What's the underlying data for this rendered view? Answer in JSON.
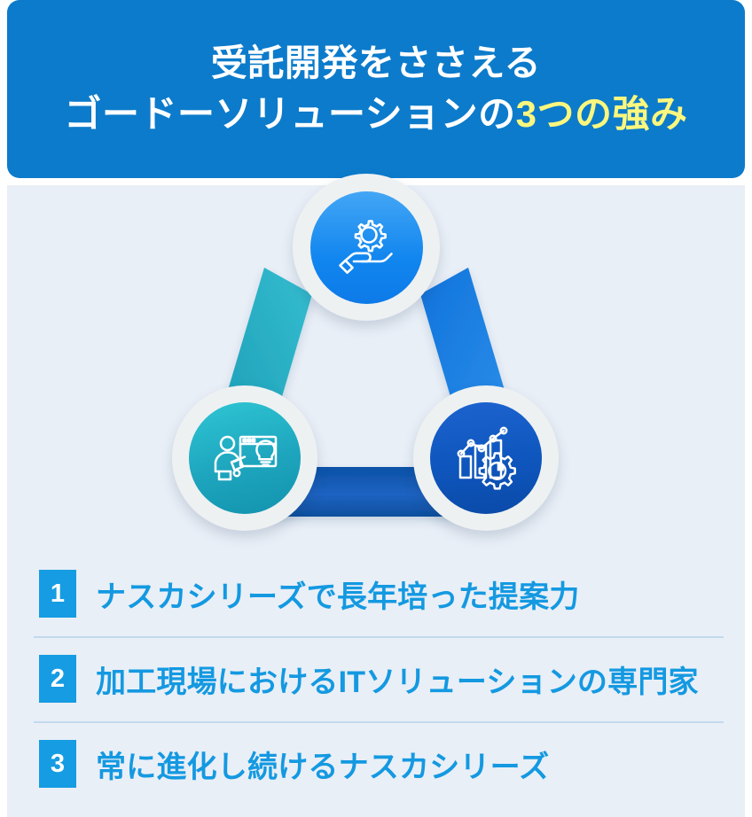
{
  "header": {
    "line1": "受託開発をささえる",
    "line2_prefix": "ゴードーソリューションの",
    "line2_accent": "3つの強み",
    "bg_color": "#0c7bcb",
    "text_color": "#ffffff",
    "accent_color": "#fbf77e"
  },
  "diagram": {
    "type": "triangle-cycle",
    "nodes": [
      {
        "position": "top",
        "icon": "hand-holding-gear-icon",
        "gradient_from": "#43a6f5",
        "gradient_to": "#0d7ae8"
      },
      {
        "position": "bottom-left",
        "icon": "person-presentation-lightbulb-icon",
        "gradient_from": "#2ec6d4",
        "gradient_to": "#1293ad"
      },
      {
        "position": "bottom-right",
        "icon": "bar-chart-gear-analytics-icon",
        "gradient_from": "#1d63cf",
        "gradient_to": "#0a4aa8"
      }
    ],
    "connectors": [
      {
        "name": "left-edge",
        "from": "bottom-left",
        "to": "top",
        "color_from": "#2fb6ca",
        "color_to": "#1896b0"
      },
      {
        "name": "right-edge",
        "from": "top",
        "to": "bottom-right",
        "color_from": "#2f93ea",
        "color_to": "#1173dc"
      },
      {
        "name": "bottom-edge",
        "from": "bottom-left",
        "to": "bottom-right",
        "color_from": "#0b51a6",
        "color_to": "#1e63c2"
      }
    ],
    "ring_color": "#eef1f2",
    "background_color": "#e9eff7"
  },
  "strengths": [
    {
      "number": "1",
      "text": "ナスカシリーズで長年培った提案力"
    },
    {
      "number": "2",
      "text": "加工現場におけるITソリューションの専門家"
    },
    {
      "number": "3",
      "text": "常に進化し続けるナスカシリーズ"
    }
  ],
  "colors": {
    "badge_bg": "#169ce2",
    "item_text": "#1499e1",
    "divider": "#c2daed",
    "panel_bg": "#e9eff7",
    "page_bg": "#ffffff"
  }
}
